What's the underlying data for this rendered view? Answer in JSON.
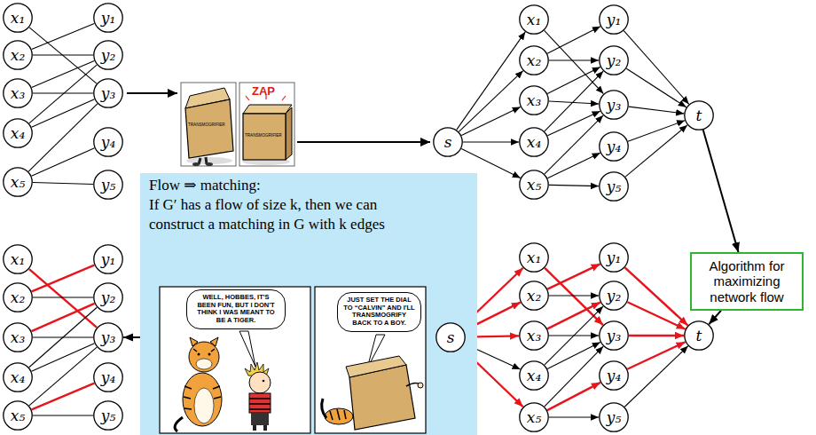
{
  "diagram": {
    "nodes": [
      {
        "text": [
          "x₁"
        ]
      },
      {
        "text": [
          "x₂"
        ]
      },
      {
        "text": [
          "x₃"
        ]
      },
      {
        "text": [
          "x₄"
        ]
      },
      {
        "text": [
          "x₅"
        ]
      },
      {
        "text": [
          "y₁"
        ]
      },
      {
        "text": [
          "y₂"
        ]
      },
      {
        "text": [
          "y₃"
        ]
      },
      {
        "text": [
          "y₄"
        ]
      },
      {
        "text": [
          "y₅"
        ]
      },
      {
        "text": [
          "s"
        ]
      },
      {
        "text": [
          "x₁"
        ]
      },
      {
        "text": [
          "x₂"
        ]
      },
      {
        "text": [
          "x₃"
        ]
      },
      {
        "text": [
          "x₄"
        ]
      },
      {
        "text": [
          "x₅"
        ]
      },
      {
        "text": [
          "y₁"
        ]
      },
      {
        "text": [
          "y₂"
        ]
      },
      {
        "text": [
          "y₃"
        ]
      },
      {
        "text": [
          "y₄"
        ]
      },
      {
        "text": [
          "y₅"
        ]
      },
      {
        "text": [
          "t"
        ]
      },
      {
        "text": [
          "Algorithm for maximizing network flow"
        ]
      },
      {
        "text": [
          "Flow ⇒ matching:",
          "If G′ has a flow of size k, then we can construct a matching in G with k edges"
        ]
      },
      {
        "text": [
          "WELL, HOBBES, IT'S BEEN FUN, BUT I DON'T THINK I WAS MEANT TO BE A TIGER."
        ],
        "in": 23
      },
      {
        "text": [
          "JUST SET THE DIAL TO “CALVIN” AND I'LL TRANSMOGRIFY BACK TO A BOY."
        ],
        "in": 23
      },
      {
        "text": [
          "x₁"
        ]
      },
      {
        "text": [
          "x₂"
        ]
      },
      {
        "text": [
          "x₃"
        ]
      },
      {
        "text": [
          "x₄"
        ]
      },
      {
        "text": [
          "x₅"
        ]
      },
      {
        "text": [
          "y₁"
        ]
      },
      {
        "text": [
          "y₂"
        ]
      },
      {
        "text": [
          "y₃"
        ]
      },
      {
        "text": [
          "y₄"
        ]
      },
      {
        "text": [
          "y₅"
        ]
      },
      {
        "text": [
          "s"
        ]
      },
      {
        "text": [
          "x₁"
        ]
      },
      {
        "text": [
          "x₂"
        ]
      },
      {
        "text": [
          "x₃"
        ]
      },
      {
        "text": [
          "x₄"
        ]
      },
      {
        "text": [
          "x₅"
        ]
      },
      {
        "text": [
          "y₁"
        ]
      },
      {
        "text": [
          "y₂"
        ]
      },
      {
        "text": [
          "y₃"
        ]
      },
      {
        "text": [
          "y₄"
        ]
      },
      {
        "text": [
          "y₅"
        ]
      },
      {
        "text": [
          "t"
        ]
      }
    ],
    "edges": [
      {
        "from": 0,
        "to": 7,
        "arrow": "none"
      },
      {
        "from": 1,
        "to": 5,
        "arrow": "none"
      },
      {
        "from": 1,
        "to": 6,
        "arrow": "none"
      },
      {
        "from": 2,
        "to": 6,
        "arrow": "none"
      },
      {
        "from": 2,
        "to": 7,
        "arrow": "none"
      },
      {
        "from": 3,
        "to": 6,
        "arrow": "none"
      },
      {
        "from": 3,
        "to": 7,
        "arrow": "none"
      },
      {
        "from": 4,
        "to": 7,
        "arrow": "none"
      },
      {
        "from": 4,
        "to": 8,
        "arrow": "none"
      },
      {
        "from": 4,
        "to": 9,
        "arrow": "none"
      },
      {
        "from": 10,
        "to": 11,
        "arrow": "to"
      },
      {
        "from": 10,
        "to": 12,
        "arrow": "to"
      },
      {
        "from": 10,
        "to": 13,
        "arrow": "to"
      },
      {
        "from": 10,
        "to": 14,
        "arrow": "to"
      },
      {
        "from": 10,
        "to": 15,
        "arrow": "to"
      },
      {
        "from": 11,
        "to": 18,
        "arrow": "to"
      },
      {
        "from": 12,
        "to": 16,
        "arrow": "to"
      },
      {
        "from": 12,
        "to": 17,
        "arrow": "to"
      },
      {
        "from": 13,
        "to": 17,
        "arrow": "to"
      },
      {
        "from": 13,
        "to": 18,
        "arrow": "to"
      },
      {
        "from": 14,
        "to": 17,
        "arrow": "to"
      },
      {
        "from": 14,
        "to": 18,
        "arrow": "to"
      },
      {
        "from": 15,
        "to": 18,
        "arrow": "to"
      },
      {
        "from": 15,
        "to": 19,
        "arrow": "to"
      },
      {
        "from": 15,
        "to": 20,
        "arrow": "to"
      },
      {
        "from": 16,
        "to": 21,
        "arrow": "to"
      },
      {
        "from": 17,
        "to": 21,
        "arrow": "to"
      },
      {
        "from": 18,
        "to": 21,
        "arrow": "to"
      },
      {
        "from": 19,
        "to": 21,
        "arrow": "to"
      },
      {
        "from": 20,
        "to": 21,
        "arrow": "to"
      },
      {
        "from": 26,
        "to": 33,
        "arrow": "none"
      },
      {
        "from": 27,
        "to": 31,
        "arrow": "none"
      },
      {
        "from": 27,
        "to": 32,
        "arrow": "none"
      },
      {
        "from": 28,
        "to": 32,
        "arrow": "none"
      },
      {
        "from": 28,
        "to": 33,
        "arrow": "none"
      },
      {
        "from": 29,
        "to": 32,
        "arrow": "none"
      },
      {
        "from": 29,
        "to": 33,
        "arrow": "none"
      },
      {
        "from": 30,
        "to": 33,
        "arrow": "none"
      },
      {
        "from": 30,
        "to": 34,
        "arrow": "none"
      },
      {
        "from": 30,
        "to": 35,
        "arrow": "none"
      },
      {
        "from": 36,
        "to": 37,
        "arrow": "to"
      },
      {
        "from": 36,
        "to": 38,
        "arrow": "to"
      },
      {
        "from": 36,
        "to": 39,
        "arrow": "to"
      },
      {
        "from": 36,
        "to": 40,
        "arrow": "to"
      },
      {
        "from": 36,
        "to": 41,
        "arrow": "to"
      },
      {
        "from": 37,
        "to": 44,
        "arrow": "to"
      },
      {
        "from": 38,
        "to": 42,
        "arrow": "to"
      },
      {
        "from": 38,
        "to": 43,
        "arrow": "to"
      },
      {
        "from": 39,
        "to": 43,
        "arrow": "to"
      },
      {
        "from": 39,
        "to": 44,
        "arrow": "to"
      },
      {
        "from": 40,
        "to": 43,
        "arrow": "to"
      },
      {
        "from": 40,
        "to": 44,
        "arrow": "to"
      },
      {
        "from": 41,
        "to": 44,
        "arrow": "to"
      },
      {
        "from": 41,
        "to": 45,
        "arrow": "to"
      },
      {
        "from": 41,
        "to": 46,
        "arrow": "to"
      },
      {
        "from": 42,
        "to": 47,
        "arrow": "to"
      },
      {
        "from": 43,
        "to": 47,
        "arrow": "to"
      },
      {
        "from": 44,
        "to": 47,
        "arrow": "to"
      },
      {
        "from": 45,
        "to": 47,
        "arrow": "to"
      },
      {
        "from": 46,
        "to": 47,
        "arrow": "to"
      },
      {
        "from": 21,
        "to": 22,
        "arrow": "to"
      },
      {
        "from": 22,
        "to": 47,
        "arrow": "to"
      },
      {
        "from": 36,
        "to": 23,
        "arrow": "to"
      },
      {
        "from": 23,
        "to": 33,
        "arrow": "to"
      }
    ],
    "labels": [
      "TRANSMOGRIFIER",
      "ZAP",
      "TRANSMOGRIFIER"
    ]
  }
}
